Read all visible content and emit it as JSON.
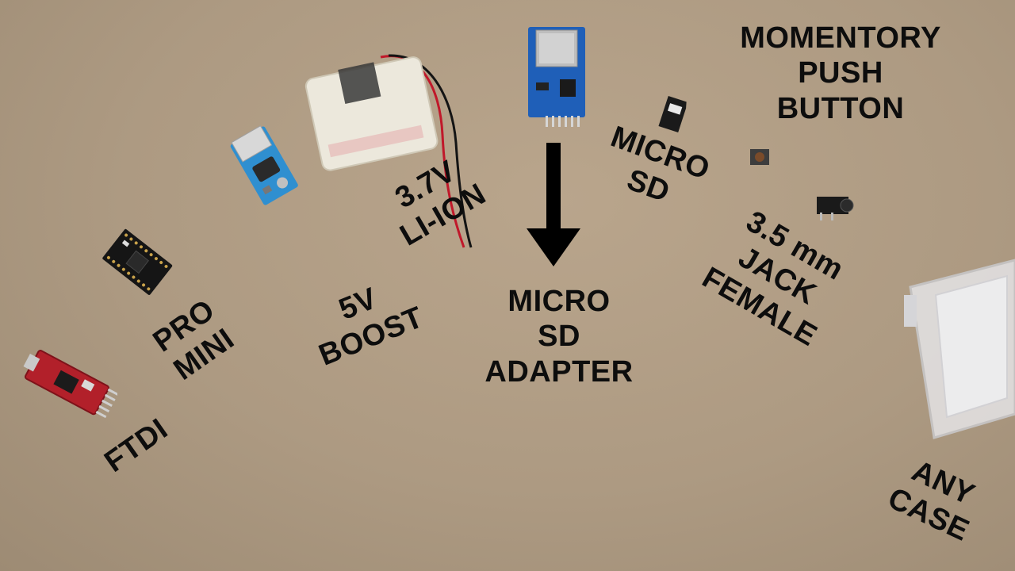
{
  "labels": {
    "ftdi": "FTDI",
    "pro_mini": "PRO\nMINI",
    "boost": "5V\nBOOST",
    "battery": "3.7V\nLI-ION",
    "sd_adapter": "MICRO\nSD\nADAPTER",
    "micro_sd": "MICRO\nSD",
    "push_button": "MOMENTORY\nPUSH\nBUTTON",
    "jack": "3.5 mm\nJACK\nFEMALE",
    "case": "ANY\nCASE"
  },
  "colors": {
    "cardboard": "#b3a088",
    "ftdi_board": "#b2202a",
    "pro_mini_board": "#151515",
    "boost_board": "#2f8fd0",
    "sd_module": "#1f5fb8",
    "battery_wrap": "#ece8dc",
    "wire_red": "#c0182a",
    "wire_black": "#141414",
    "label_text": "#0d0d0d"
  },
  "icons": [
    "down-arrow-icon"
  ]
}
